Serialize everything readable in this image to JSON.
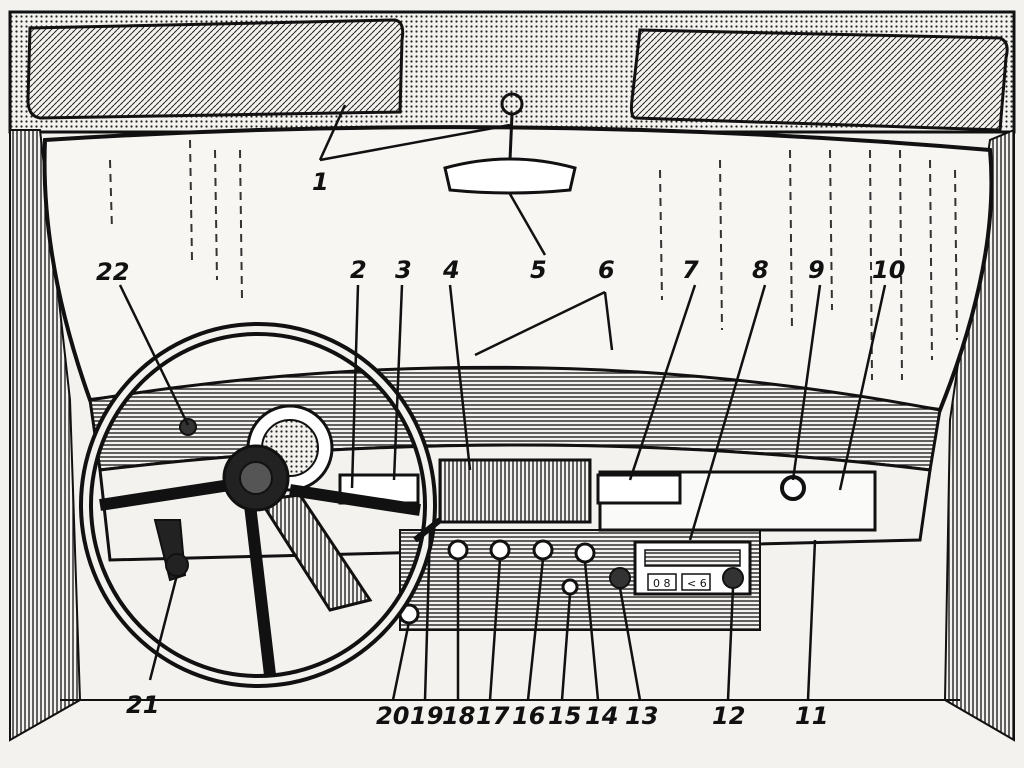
{
  "callouts": {
    "c1": "1",
    "c2": "2",
    "c3": "3",
    "c4": "4",
    "c5": "5",
    "c6": "6",
    "c7": "7",
    "c8": "8",
    "c9": "9",
    "c10": "10",
    "c11": "11",
    "c12": "12",
    "c13": "13",
    "c14": "14",
    "c15": "15",
    "c16": "16",
    "c17": "17",
    "c18": "18",
    "c19": "19",
    "c20": "20",
    "c21": "21",
    "c22": "22"
  },
  "radio_display": {
    "preset_left": "0 8",
    "preset_right": "< 6"
  },
  "colors": {
    "ink": "#111111",
    "paper": "#f4f2ee"
  }
}
